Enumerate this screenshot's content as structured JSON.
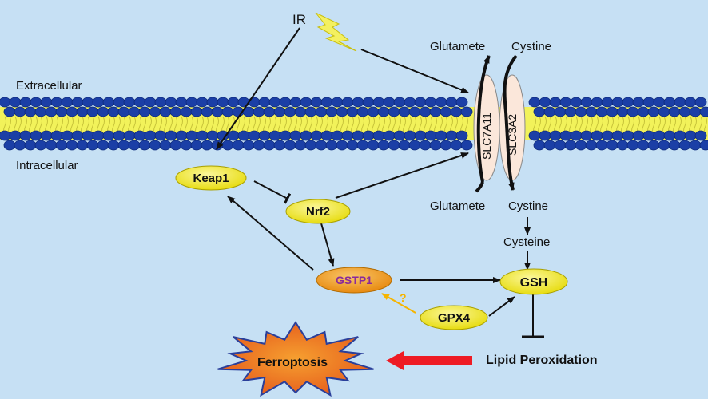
{
  "regions": {
    "extracellular": "Extracellular",
    "intracellular": "Intracellular"
  },
  "stimulus": {
    "ir": "IR"
  },
  "transporter": {
    "slc7a11": "SLC7A11",
    "slc3a2": "SLC3A2"
  },
  "metabolites": {
    "glutamate_out": "Glutamete",
    "cystine_out": "Cystine",
    "glutamate_in": "Glutamete",
    "cystine_in": "Cystine",
    "cysteine": "Cysteine"
  },
  "nodes": {
    "keap1": "Keap1",
    "nrf2": "Nrf2",
    "gstp1": "GSTP1",
    "gsh": "GSH",
    "gpx4": "GPX4",
    "ferroptosis": "Ferroptosis",
    "lipid_peroxidation": "Lipid Peroxidation",
    "question_mark": "?"
  },
  "colors": {
    "background": "#c6e0f4",
    "membrane_head": "#1b3fa6",
    "membrane_tail": "#f2f25a",
    "node_fill": "#f2ea1c",
    "gstp1_fill": "#f0a020",
    "gstp1_text": "#8a2a9a",
    "transporter_fill": "#fbe7da",
    "inhibit_arrow": "#ee1b24",
    "uncertain_arrow": "#f5b400",
    "ferroptosis_fill": "#f06a18"
  }
}
